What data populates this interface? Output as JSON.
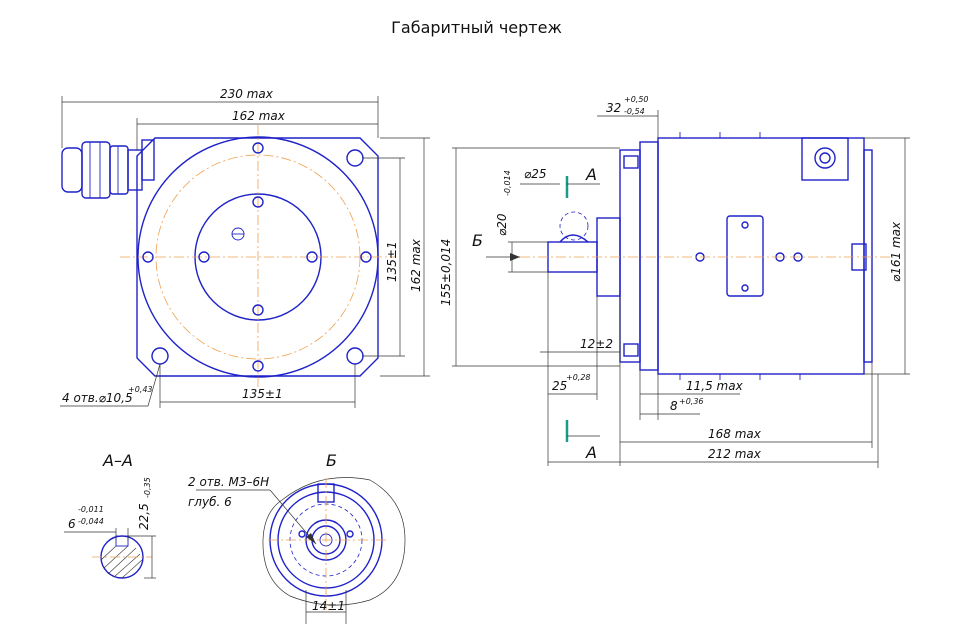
{
  "title": "Габаритный чертеж",
  "front_view": {
    "dim_width_total": "230 max",
    "dim_width_body": "162 max",
    "dim_height_holes": "135±1",
    "dim_height_body": "162 max",
    "dim_bottom_holes": "135±1",
    "holes_note_main": "4 отв.⌀10,5",
    "holes_note_tol": "+0,43"
  },
  "side_view": {
    "dim_flange_main": "32",
    "dim_flange_tol_up": "+0,50",
    "dim_flange_tol_down": "-0,54",
    "dim_dia25": "⌀25",
    "dim_shaft_dia_main": "⌀20",
    "dim_shaft_dia_tol": "-0,014",
    "dim_pilot": "155±0,014",
    "dim_body_dia": "⌀161 max",
    "dim_12": "12±2",
    "dim_25_main": "25",
    "dim_25_tol": "+0,28",
    "dim_115": "11,5 max",
    "dim_8_main": "8",
    "dim_8_tol": "+0,36",
    "dim_168": "168 max",
    "dim_212": "212 max",
    "label_view_b": "Б",
    "label_section_top": "А",
    "label_section_bottom": "А"
  },
  "section_aa": {
    "title": "А–А",
    "dim_key_main": "6",
    "dim_key_tol_up": "-0,011",
    "dim_key_tol_down": "-0,044",
    "dim_depth_main": "22,5",
    "dim_depth_tol": "-0,35"
  },
  "view_b": {
    "title": "Б",
    "note_line1": "2 отв. М3–6Н",
    "note_line2": "глуб. 6",
    "dim_14": "14±1"
  },
  "colors": {
    "outline": "#1f22c8",
    "axis": "#f0a050",
    "section_mark": "#1a9a8a"
  }
}
